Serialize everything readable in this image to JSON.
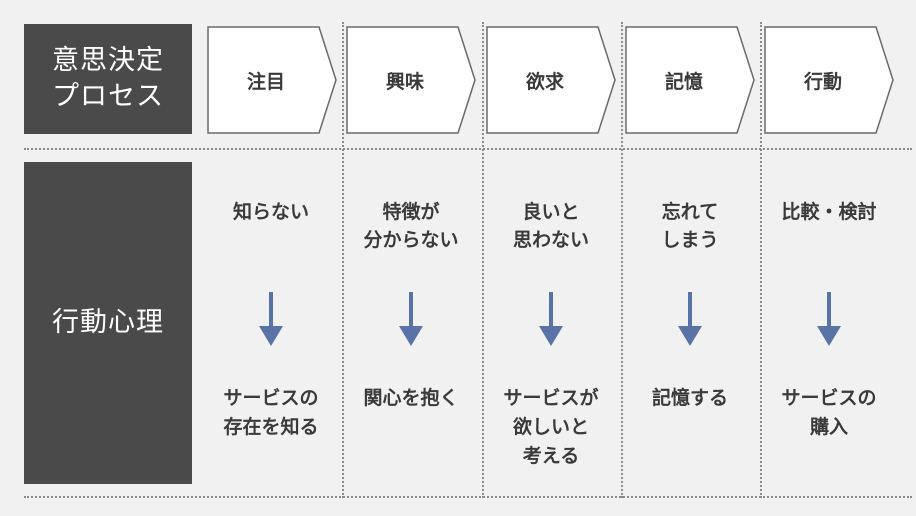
{
  "labels": {
    "process": "意思決定\nプロセス",
    "mind": "行動心理"
  },
  "steps": [
    {
      "stage": "注目",
      "feeling": "知らない",
      "action": "サービスの\n存在を知る"
    },
    {
      "stage": "興味",
      "feeling": "特徴が\n分からない",
      "action": "関心を抱く"
    },
    {
      "stage": "欲求",
      "feeling": "良いと\n思わない",
      "action": "サービスが\n欲しいと\n考える"
    },
    {
      "stage": "記憶",
      "feeling": "忘れて\nしまう",
      "action": "記憶する"
    },
    {
      "stage": "行動",
      "feeling": "比較・検討",
      "action": "サービスの\n購入"
    }
  ],
  "colors": {
    "label_bg": "#4a4a4a",
    "chevron_fill": "#ffffff",
    "chevron_stroke": "#6a6a6a",
    "arrow": "#5a73a6",
    "background": "#f1f1f1"
  },
  "icons": {
    "down_arrow": "arrow-down-icon"
  }
}
